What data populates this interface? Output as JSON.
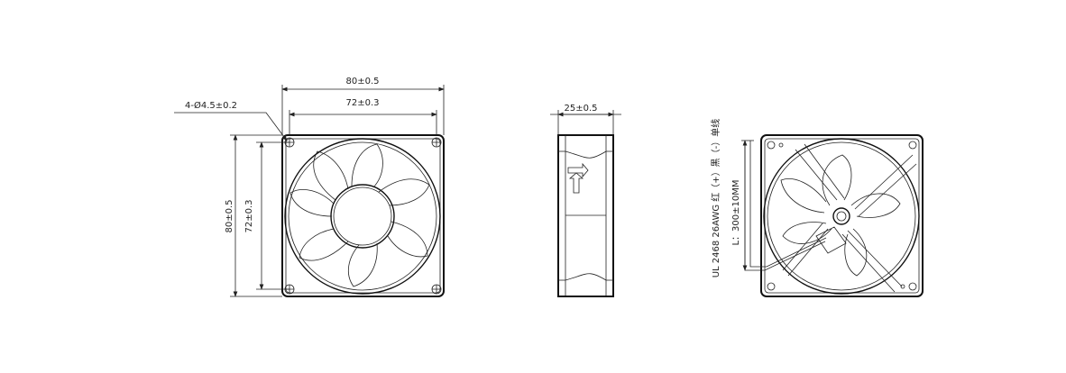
{
  "front_view": {
    "outer_width": "80±0.5",
    "hole_spacing": "72±0.3",
    "mount_holes": "4-Ø4.5±0.2",
    "outer_height": "80±0.5",
    "hole_spacing_vertical": "72±0.3"
  },
  "side_view": {
    "depth": "25±0.5"
  },
  "rear_view": {
    "cable_spec": "UL 2468 26AWG 红（+）黑（-）单线",
    "cable_length": "L：300±10MM"
  },
  "colors": {
    "line": "#111111",
    "background": "#ffffff"
  }
}
